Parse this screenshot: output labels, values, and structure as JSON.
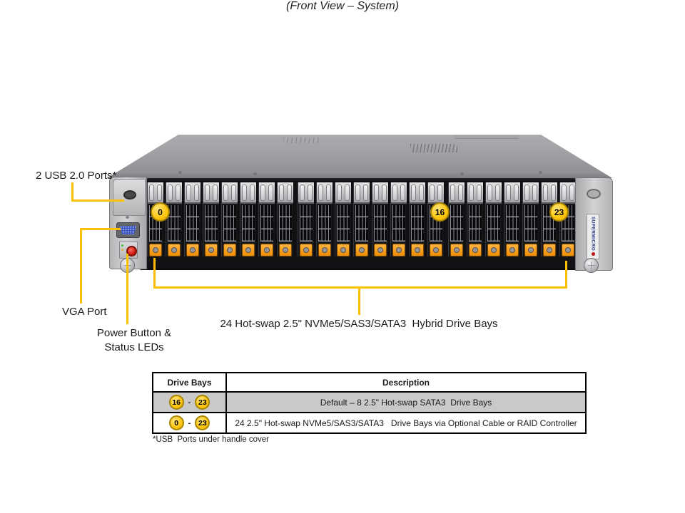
{
  "title": "(Front View – System)",
  "callouts": {
    "usb_label": "2 USB 2.0 Ports*",
    "vga_label": "VGA Port",
    "power_line1": "Power Button &",
    "power_line2": "Status LEDs",
    "drive_bays_label": "24 Hot-swap 2.5\" NVMe5/SAS3/SATA3  Hybrid Drive Bays",
    "line_color": "#FFC000"
  },
  "chassis": {
    "brand_vertical": "SUPERMICRO",
    "drive_bays": {
      "count": 24,
      "groups": 3,
      "per_group": 8
    },
    "bay_badges": [
      {
        "value": "0"
      },
      {
        "value": "16"
      },
      {
        "value": "23"
      }
    ]
  },
  "badge_colors": {
    "fill": "#FDC60D",
    "ring": "#A88500",
    "highlight": "#FFE47A"
  },
  "table": {
    "headers": [
      "Drive Bays",
      "Description"
    ],
    "shade_color": "#C9C9C9",
    "rows": [
      {
        "start": "16",
        "dash": "-",
        "end": "23",
        "description": "Default – 8 2.5\" Hot-swap SATA3  Drive Bays"
      },
      {
        "start": "0",
        "dash": "-",
        "end": "23",
        "description": "24 2.5\" Hot-swap NVMe5/SAS3/SATA3   Drive Bays via Optional Cable or RAID Controller"
      }
    ]
  },
  "footnote": "*USB  Ports under handle cover"
}
